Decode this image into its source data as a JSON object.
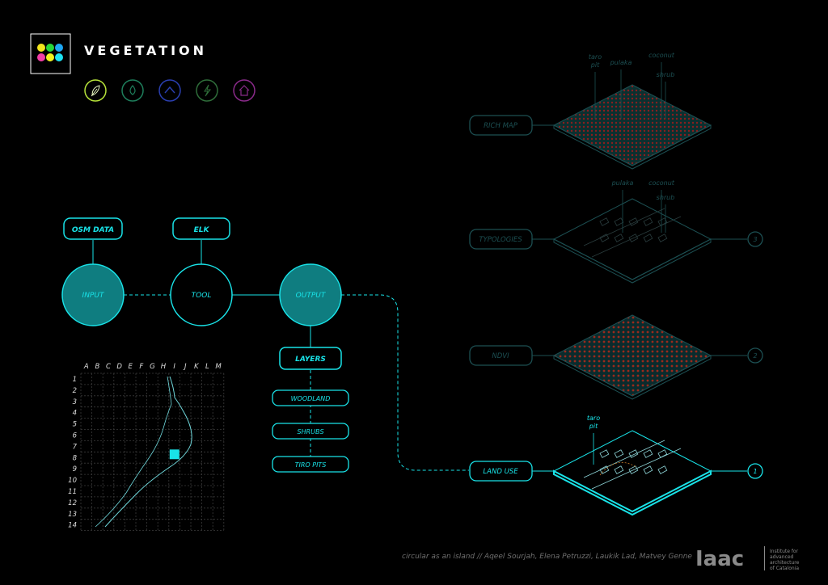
{
  "header": {
    "title": "VEGETATION",
    "logo_dot_colors": [
      "#f2e51c",
      "#27d63a",
      "#1da6f2",
      "#f23ea6",
      "#f2f21c",
      "#1de2f2"
    ],
    "category_icons": [
      {
        "name": "leaf-icon",
        "color": "#b7e33a",
        "active": true
      },
      {
        "name": "water-drop-icon",
        "color": "#1e7f5c",
        "active": false
      },
      {
        "name": "mountain-icon",
        "color": "#2a3fb0",
        "active": false
      },
      {
        "name": "energy-bolt-icon",
        "color": "#2f6e3a",
        "active": false
      },
      {
        "name": "home-icon",
        "color": "#8a2a8a",
        "active": false
      }
    ]
  },
  "colors": {
    "accent": "#19e3e8",
    "accent_fill": "#0f7d80",
    "dim": "#1c4f52"
  },
  "flow": {
    "inputs": {
      "label": "OSM DATA",
      "node": "INPUT"
    },
    "tool": {
      "label": "ELK",
      "node": "TOOL"
    },
    "output": {
      "node": "OUTPUT"
    },
    "layers": {
      "title": "LAYERS",
      "items": [
        "WOODLAND",
        "SHRUBS",
        "TIRO PITS"
      ]
    }
  },
  "grid": {
    "columns": [
      "A",
      "B",
      "C",
      "D",
      "E",
      "F",
      "G",
      "H",
      "I",
      "J",
      "K",
      "L",
      "M"
    ],
    "rows": [
      "1",
      "2",
      "3",
      "4",
      "5",
      "6",
      "7",
      "8",
      "9",
      "10",
      "11",
      "12",
      "13",
      "14"
    ],
    "marker_cell": "I8"
  },
  "stack": {
    "levels": [
      {
        "label": "RICH MAP",
        "number": "",
        "annotations": [
          "taro pit",
          "pulaka",
          "coconut",
          "shrub"
        ]
      },
      {
        "label": "TYPOLOGIES",
        "number": "3",
        "annotations": [
          "pulaka",
          "coconut",
          "shrub"
        ]
      },
      {
        "label": "NDVI",
        "number": "2",
        "annotations": []
      },
      {
        "label": "LAND USE",
        "number": "1",
        "annotations": [
          "taro pit"
        ]
      }
    ]
  },
  "footer": {
    "credits": "circular as an island // Aqeel Sourjah, Elena Petruzzi, Laukik Lad, Matvey Genne",
    "logo": "Iaac",
    "logo_sub": [
      "Institute for",
      "advanced",
      "architecture",
      "of Catalonia"
    ]
  }
}
